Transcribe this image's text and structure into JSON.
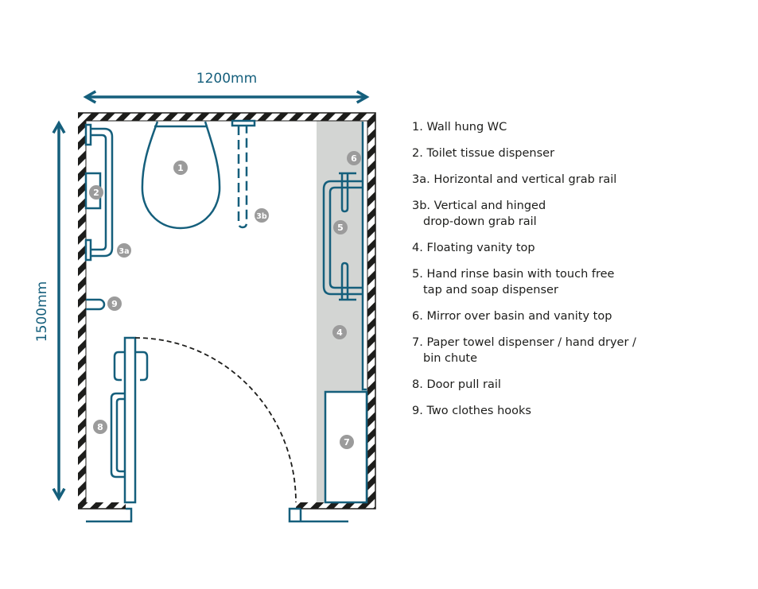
{
  "dimensions": {
    "width_label": "1200mm",
    "height_label": "1500mm"
  },
  "markers": [
    "1",
    "2",
    "3a",
    "3b",
    "4",
    "5",
    "6",
    "7",
    "8",
    "9"
  ],
  "legend": [
    {
      "line1": "1. Wall hung WC"
    },
    {
      "line1": "2. Toilet tissue dispenser"
    },
    {
      "line1": "3a. Horizontal and vertical grab rail"
    },
    {
      "line1": "3b. Vertical and hinged",
      "line2": "drop-down grab rail"
    },
    {
      "line1": "4. Floating vanity top"
    },
    {
      "line1": "5. Hand rinse basin with touch free",
      "line2": "tap and soap dispenser"
    },
    {
      "line1": "6. Mirror over basin and vanity top"
    },
    {
      "line1": "7. Paper towel dispenser / hand dryer /",
      "line2": "bin chute"
    },
    {
      "line1": "8. Door pull rail"
    },
    {
      "line1": "9. Two clothes hooks"
    }
  ],
  "colors": {
    "fixture": "#155f7c",
    "marker": "#9b9b9b",
    "vanity": "#d3d5d3",
    "wall": "#1d1d1b"
  }
}
